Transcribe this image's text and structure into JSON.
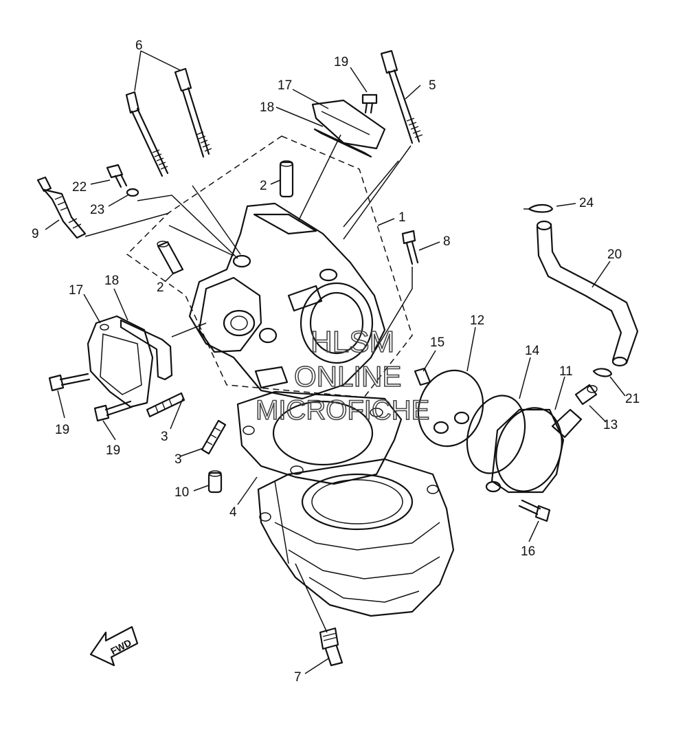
{
  "callouts": [
    {
      "id": "6",
      "label": "6"
    },
    {
      "id": "19a",
      "label": "19"
    },
    {
      "id": "17a",
      "label": "17"
    },
    {
      "id": "5",
      "label": "5"
    },
    {
      "id": "18a",
      "label": "18"
    },
    {
      "id": "2a",
      "label": "2"
    },
    {
      "id": "22",
      "label": "22"
    },
    {
      "id": "23",
      "label": "23"
    },
    {
      "id": "9",
      "label": "9"
    },
    {
      "id": "1",
      "label": "1"
    },
    {
      "id": "24",
      "label": "24"
    },
    {
      "id": "8",
      "label": "8"
    },
    {
      "id": "20",
      "label": "20"
    },
    {
      "id": "2b",
      "label": "2"
    },
    {
      "id": "17b",
      "label": "17"
    },
    {
      "id": "18b",
      "label": "18"
    },
    {
      "id": "12",
      "label": "12"
    },
    {
      "id": "15",
      "label": "15"
    },
    {
      "id": "14",
      "label": "14"
    },
    {
      "id": "11",
      "label": "11"
    },
    {
      "id": "21",
      "label": "21"
    },
    {
      "id": "13",
      "label": "13"
    },
    {
      "id": "19b",
      "label": "19"
    },
    {
      "id": "19c",
      "label": "19"
    },
    {
      "id": "3a",
      "label": "3"
    },
    {
      "id": "3b",
      "label": "3"
    },
    {
      "id": "10",
      "label": "10"
    },
    {
      "id": "4",
      "label": "4"
    },
    {
      "id": "16",
      "label": "16"
    },
    {
      "id": "7",
      "label": "7"
    }
  ],
  "watermark": {
    "line1": "HLSM",
    "line2": "ONLINE",
    "line3": "MICROFICHE"
  },
  "direction_label": "FWD"
}
